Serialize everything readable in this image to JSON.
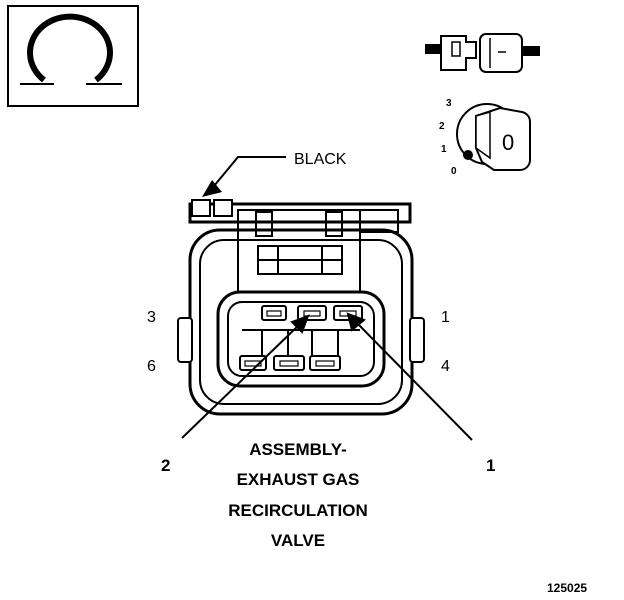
{
  "symbol_box": {
    "icon": "omega-icon"
  },
  "key_icon": {
    "positions": [
      "3",
      "2",
      "1",
      "0"
    ],
    "key_label": "0"
  },
  "connector_color_label": "BLACK",
  "cavity_labels": {
    "top_left": "3",
    "bottom_left": "6",
    "top_right": "1",
    "bottom_right": "4"
  },
  "callouts": {
    "left": "2",
    "right": "1"
  },
  "component_name_lines": [
    "ASSEMBLY-",
    "EXHAUST GAS",
    "RECIRCULATION",
    "VALVE"
  ],
  "figure_number": "125025"
}
